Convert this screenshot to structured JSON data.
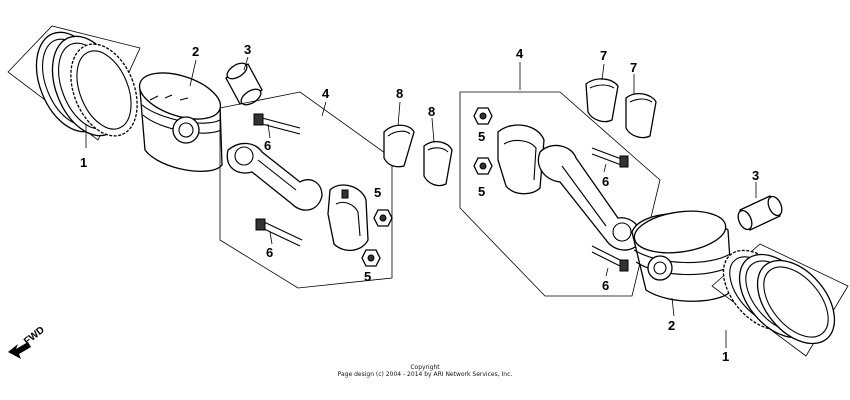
{
  "callouts": {
    "c1_left": "1",
    "c2_left": "2",
    "c3_left": "3",
    "c4_left": "4",
    "c5_left_a": "5",
    "c5_left_b": "5",
    "c6_left_a": "6",
    "c6_left_b": "6",
    "c8_a": "8",
    "c8_b": "8",
    "c4_right": "4",
    "c5_right_a": "5",
    "c5_right_b": "5",
    "c7_a": "7",
    "c7_b": "7",
    "c6_right_a": "6",
    "c6_right_b": "6",
    "c3_right": "3",
    "c2_right": "2",
    "c1_right": "1"
  },
  "fwd": "FWD",
  "copyright": {
    "line1": "Copyright",
    "line2": "Page design (c) 2004 - 2014 by ARI Network Services, Inc."
  }
}
